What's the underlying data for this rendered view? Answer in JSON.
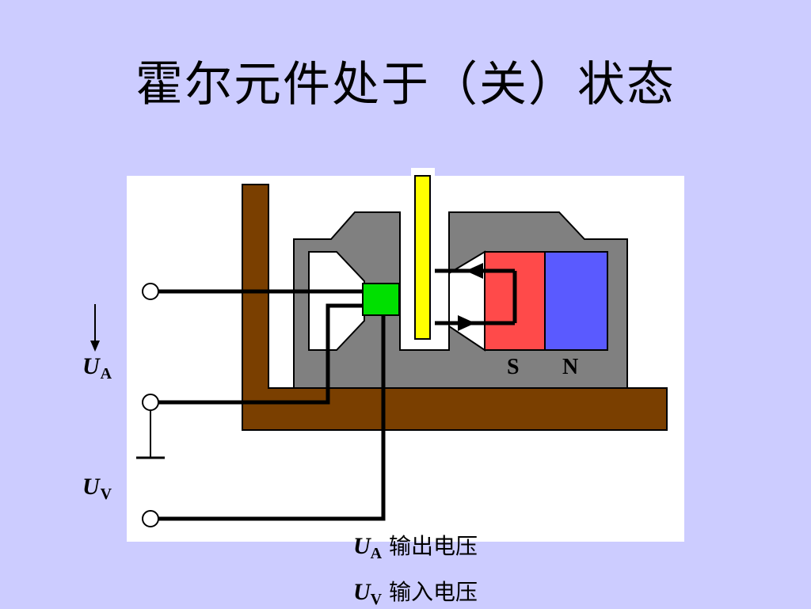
{
  "title": "霍尔元件处于（关）状态",
  "labels": {
    "ua_symbol": "U",
    "ua_sub": "A",
    "uv_symbol": "U",
    "uv_sub": "V",
    "pole_s": "S",
    "pole_n": "N"
  },
  "legend": [
    {
      "symbol": "U",
      "sub": "A",
      "text": "输出电压"
    },
    {
      "symbol": "U",
      "sub": "V",
      "text": "输入电压"
    }
  ],
  "colors": {
    "background": "#ccccff",
    "panel": "#ffffff",
    "bracket": "#7a3f00",
    "core": "#808080",
    "hall_element": "#00e000",
    "vane": "#ffff00",
    "magnet_s": "#ff4a4a",
    "magnet_n": "#5a5aff",
    "wire": "#000000"
  }
}
